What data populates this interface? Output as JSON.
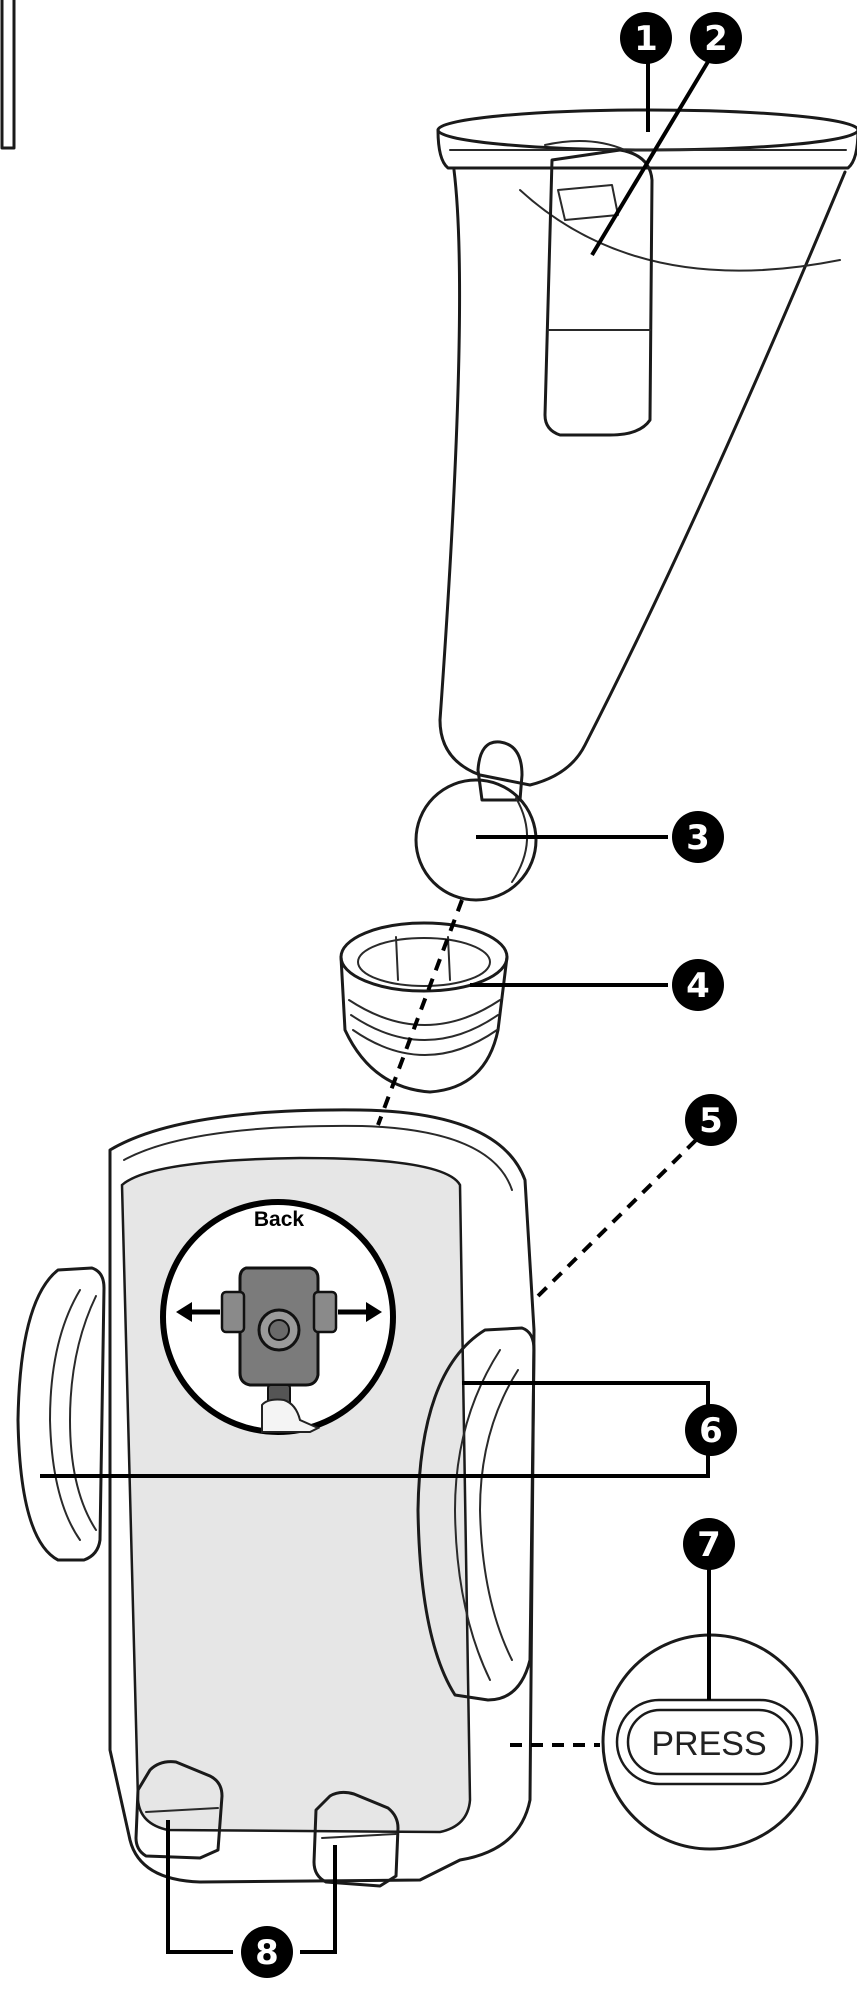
{
  "callouts": [
    {
      "number": "1"
    },
    {
      "number": "2"
    },
    {
      "number": "3"
    },
    {
      "number": "4"
    },
    {
      "number": "5"
    },
    {
      "number": "6"
    },
    {
      "number": "7"
    },
    {
      "number": "8"
    }
  ],
  "labels": {
    "back": "Back",
    "press": "PRESS"
  },
  "colors": {
    "outline": "#1a1a1a",
    "cradle_face": "#e6e6e6",
    "grip_arm": "#f2f2f2",
    "mount_plate": "#7b7b7b",
    "badge": "#000000"
  }
}
